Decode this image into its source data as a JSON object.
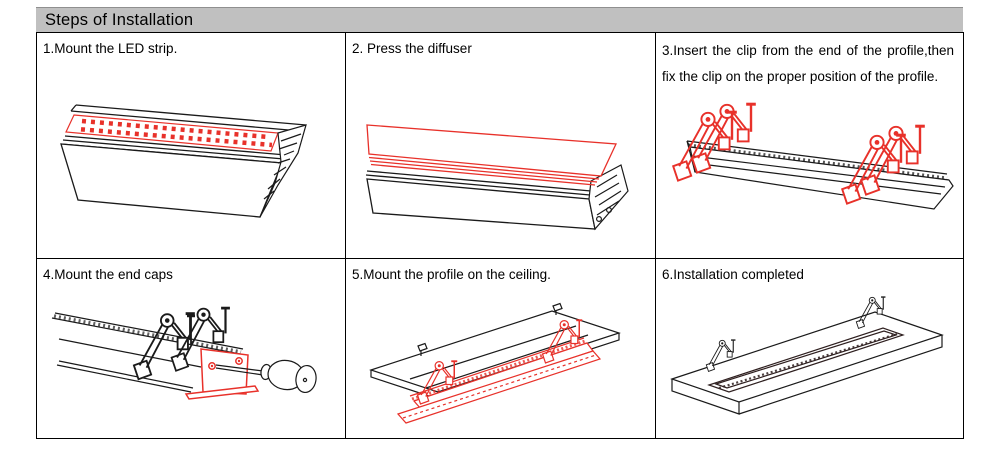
{
  "header": {
    "title": "Steps of Installation"
  },
  "steps": [
    {
      "caption": "1.Mount the LED strip."
    },
    {
      "caption": "2. Press the diffuser"
    },
    {
      "caption": "3.Insert the clip from the end of the profile,then fix the clip on the proper position of the profile."
    },
    {
      "caption": "4.Mount the end caps"
    },
    {
      "caption": "5.Mount the profile on the ceiling."
    },
    {
      "caption": "6.Installation completed"
    }
  ],
  "colors": {
    "accent_red": "#e8312a",
    "line_black": "#1a1a1a",
    "header_bg": "#c0c0c0"
  }
}
